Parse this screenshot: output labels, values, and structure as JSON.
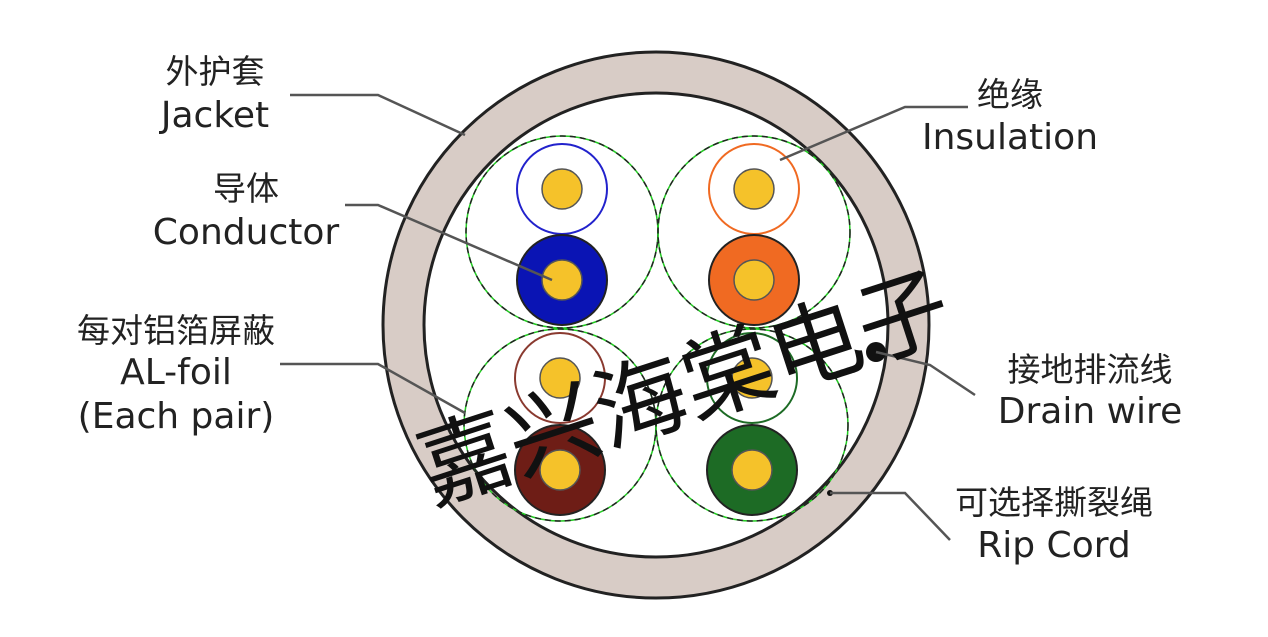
{
  "labels": {
    "jacket": {
      "zh": "外护套",
      "en": "Jacket"
    },
    "conductor": {
      "zh": "导体",
      "en": "Conductor"
    },
    "foil": {
      "zh": "每对铝箔屏蔽",
      "en": "AL-foil",
      "en2": "(Each pair)"
    },
    "insulation": {
      "zh": "绝缘",
      "en": "Insulation"
    },
    "drain": {
      "zh": "接地排流线",
      "en": "Drain wire"
    },
    "ripcord": {
      "zh": "可选择撕裂绳",
      "en": "Rip Cord"
    }
  },
  "watermark": "嘉兴海棠电子",
  "colors": {
    "jacket": "#d8ccc6",
    "conductor": "#f5c22a",
    "blue": "#0a14b4",
    "orange": "#f06a22",
    "brown": "#6e1d16",
    "green": "#1d6b25",
    "foil_green": "#22cc22",
    "leader": "#555555"
  }
}
